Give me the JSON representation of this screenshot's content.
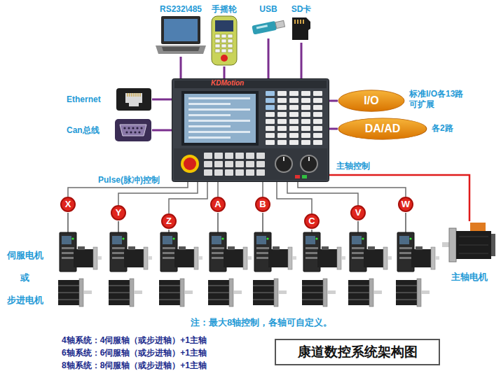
{
  "diagram": {
    "caption": "康道数控系统架构图",
    "nodes": [
      {
        "text": [
          "RS232\\485"
        ]
      },
      {
        "text": [
          "手摇轮"
        ]
      },
      {
        "text": [
          "USB"
        ]
      },
      {
        "text": [
          "SD卡"
        ]
      },
      {
        "text": [
          "Ethernet"
        ]
      },
      {
        "text": [
          "Can总线"
        ]
      },
      {
        "text": [
          "KDMotion"
        ]
      },
      {
        "text": [
          "I/O",
          "标准I/O各13路 可扩展"
        ]
      },
      {
        "text": [
          "DA/AD",
          "各2路"
        ]
      },
      {
        "text": [
          "X"
        ]
      },
      {
        "text": [
          "Y"
        ]
      },
      {
        "text": [
          "Z"
        ]
      },
      {
        "text": [
          "A"
        ]
      },
      {
        "text": [
          "B"
        ]
      },
      {
        "text": [
          "C"
        ]
      },
      {
        "text": [
          "V"
        ]
      },
      {
        "text": [
          "W"
        ]
      },
      {
        "text": [
          "主轴电机"
        ]
      }
    ],
    "edges": [
      {
        "from": 0,
        "to": 6,
        "arrow": "none"
      },
      {
        "from": 1,
        "to": 6,
        "arrow": "none"
      },
      {
        "from": 2,
        "to": 6,
        "arrow": "none"
      },
      {
        "from": 3,
        "to": 6,
        "arrow": "none"
      },
      {
        "from": 4,
        "to": 6,
        "arrow": "none"
      },
      {
        "from": 5,
        "to": 6,
        "arrow": "none"
      },
      {
        "from": 6,
        "to": 7,
        "arrow": "none"
      },
      {
        "from": 6,
        "to": 8,
        "arrow": "none"
      },
      {
        "from": 6,
        "to": 9,
        "arrow": "none"
      },
      {
        "from": 6,
        "to": 10,
        "arrow": "none"
      },
      {
        "from": 6,
        "to": 11,
        "arrow": "none"
      },
      {
        "from": 6,
        "to": 12,
        "arrow": "none"
      },
      {
        "from": 6,
        "to": 13,
        "arrow": "none"
      },
      {
        "from": 6,
        "to": 14,
        "arrow": "none"
      },
      {
        "from": 6,
        "to": 15,
        "arrow": "none"
      },
      {
        "from": 6,
        "to": 16,
        "arrow": "none"
      },
      {
        "from": 6,
        "to": 17,
        "arrow": "none",
        "label": "主轴控制"
      }
    ],
    "labels": [
      "Pulse(脉冲)控制",
      "伺服电机",
      "或",
      "步进电机",
      "注：最大8轴控制，各轴可自定义。",
      "4轴系统：4伺服轴（或步进轴）+1主轴",
      "6轴系统：6伺服轴（或步进轴）+1主轴",
      "8轴系统：8伺服轴（或步进轴）+1主轴"
    ]
  }
}
